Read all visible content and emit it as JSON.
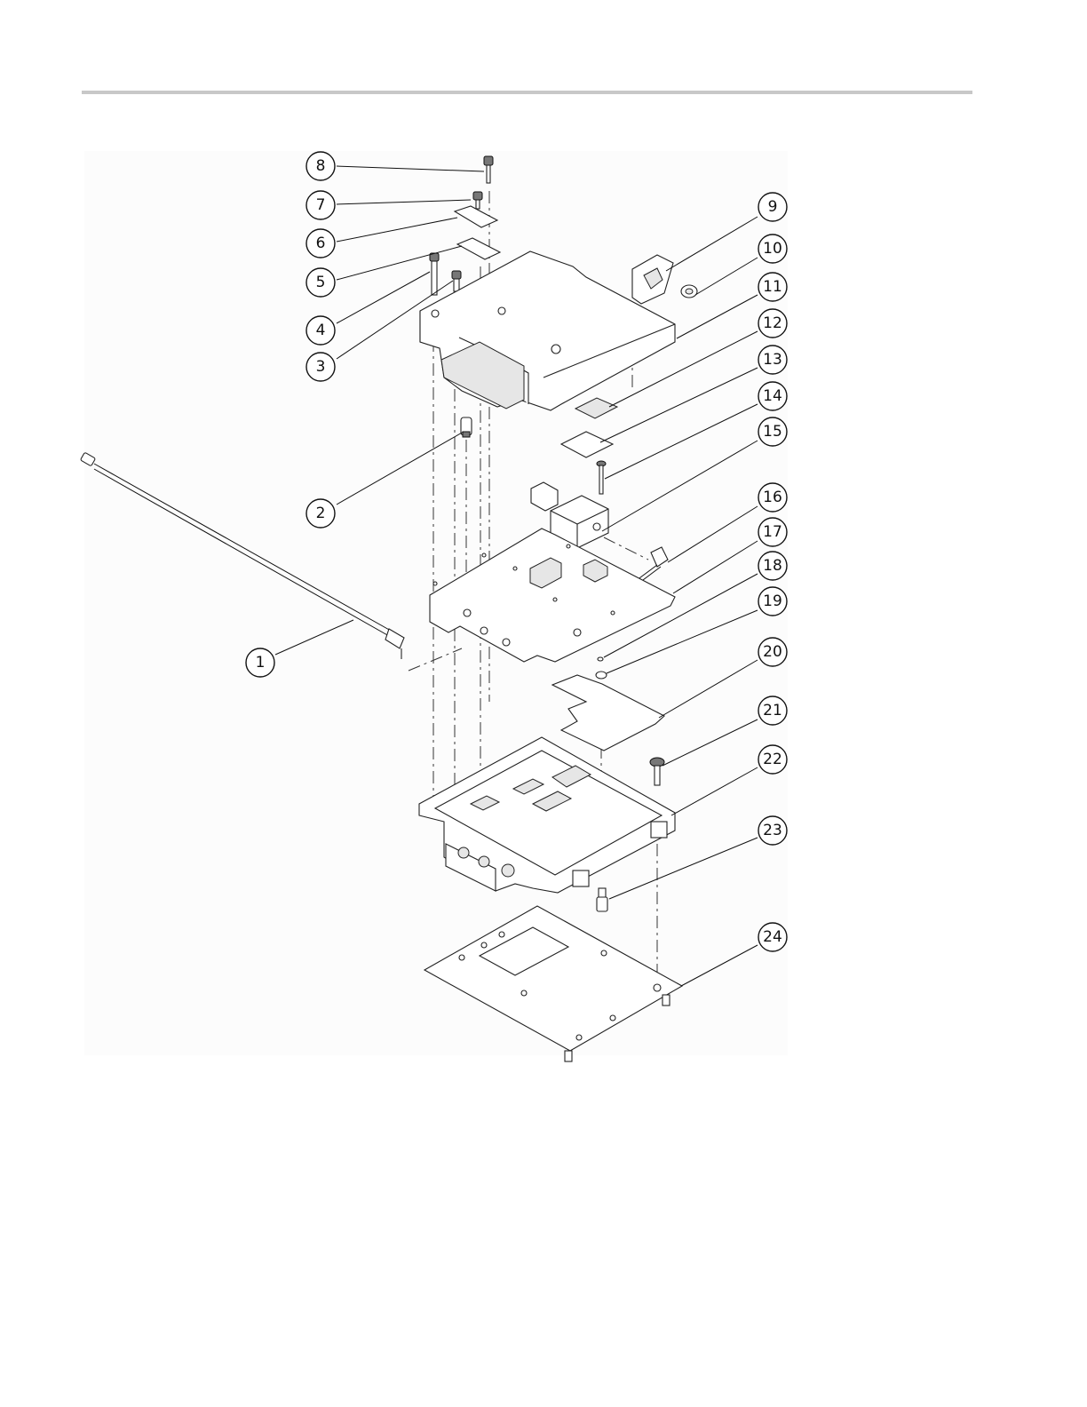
{
  "diagram": {
    "type": "exploded parts view",
    "callouts": [
      "1",
      "2",
      "3",
      "4",
      "5",
      "6",
      "7",
      "8",
      "9",
      "10",
      "11",
      "12",
      "13",
      "14",
      "15",
      "16",
      "17",
      "18",
      "19",
      "20",
      "21",
      "22",
      "23",
      "24"
    ]
  }
}
